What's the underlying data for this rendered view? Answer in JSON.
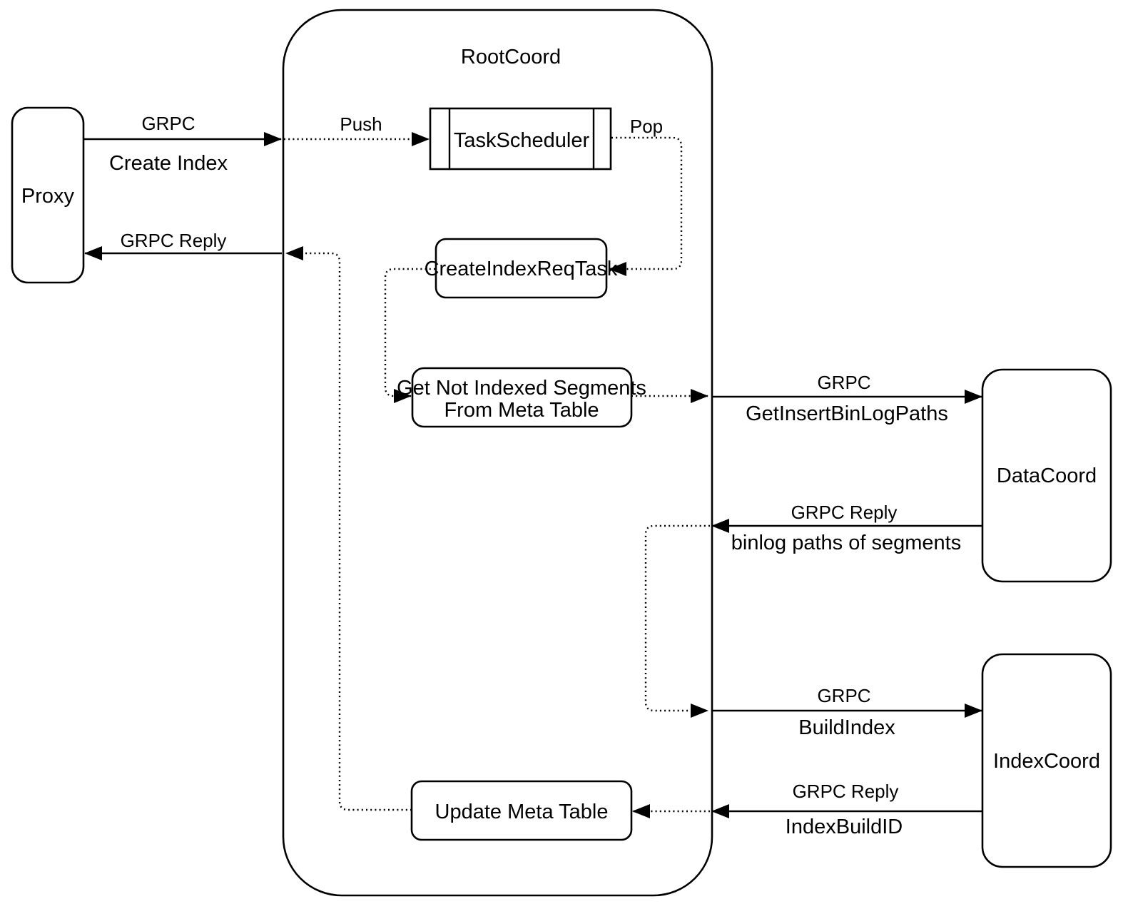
{
  "diagram": {
    "title": "RootCoord",
    "colors": {
      "stroke": "#000000",
      "background": "#ffffff",
      "text": "#000000"
    },
    "nodes": {
      "proxy": {
        "label": "Proxy"
      },
      "task_scheduler": {
        "label": "TaskScheduler"
      },
      "create_index_req_task": {
        "label": "CreateIndexReqTask"
      },
      "get_not_indexed_segments": {
        "line1": "Get Not Indexed Segments",
        "line2": "From Meta Table"
      },
      "update_meta_table": {
        "label": "Update Meta Table"
      },
      "data_coord": {
        "label": "DataCoord"
      },
      "index_coord": {
        "label": "IndexCoord"
      }
    },
    "edges": {
      "create_index": {
        "protocol": "GRPC",
        "method": "Create Index"
      },
      "grpc_reply_proxy": {
        "label": "GRPC Reply"
      },
      "push": {
        "label": "Push"
      },
      "pop": {
        "label": "Pop"
      },
      "get_insert_bin_log_paths": {
        "protocol": "GRPC",
        "method": "GetInsertBinLogPaths"
      },
      "binlog_paths_reply": {
        "protocol": "GRPC Reply",
        "method": "binlog paths of segments"
      },
      "build_index": {
        "protocol": "GRPC",
        "method": "BuildIndex"
      },
      "index_build_id_reply": {
        "protocol": "GRPC Reply",
        "method": "IndexBuildID"
      }
    }
  }
}
